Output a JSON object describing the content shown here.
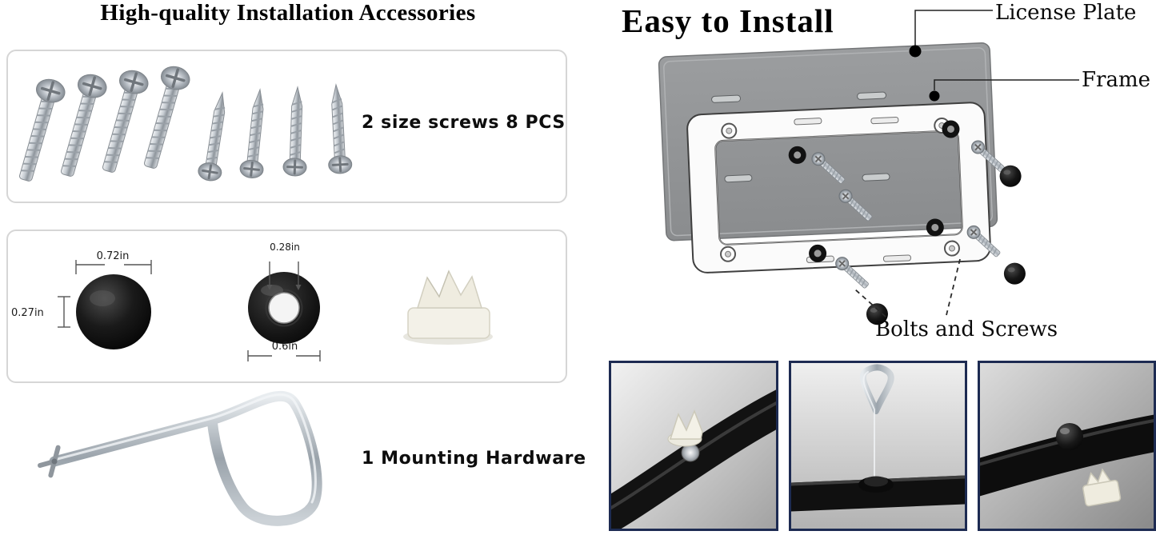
{
  "left_panel": {
    "title": "High-quality Installation Accessories",
    "screws_label": "2 size screws 8 PCS",
    "dimensions": {
      "cap_width": "0.72in",
      "cap_height": "0.27in",
      "grommet_hole": "0.28in",
      "grommet_width": "0.6in"
    },
    "tool_label": "1 Mounting Hardware"
  },
  "right_panel": {
    "title": "Easy to Install",
    "callouts": {
      "license_plate": "License Plate",
      "frame": "Frame",
      "bolts_and_screws": "Bolts and Screws"
    }
  },
  "colors": {
    "photo_border": "#1d2b52",
    "plate_gray": "#939597",
    "hardware_black": "#111111",
    "metal_silver": "#c3c9cf"
  }
}
